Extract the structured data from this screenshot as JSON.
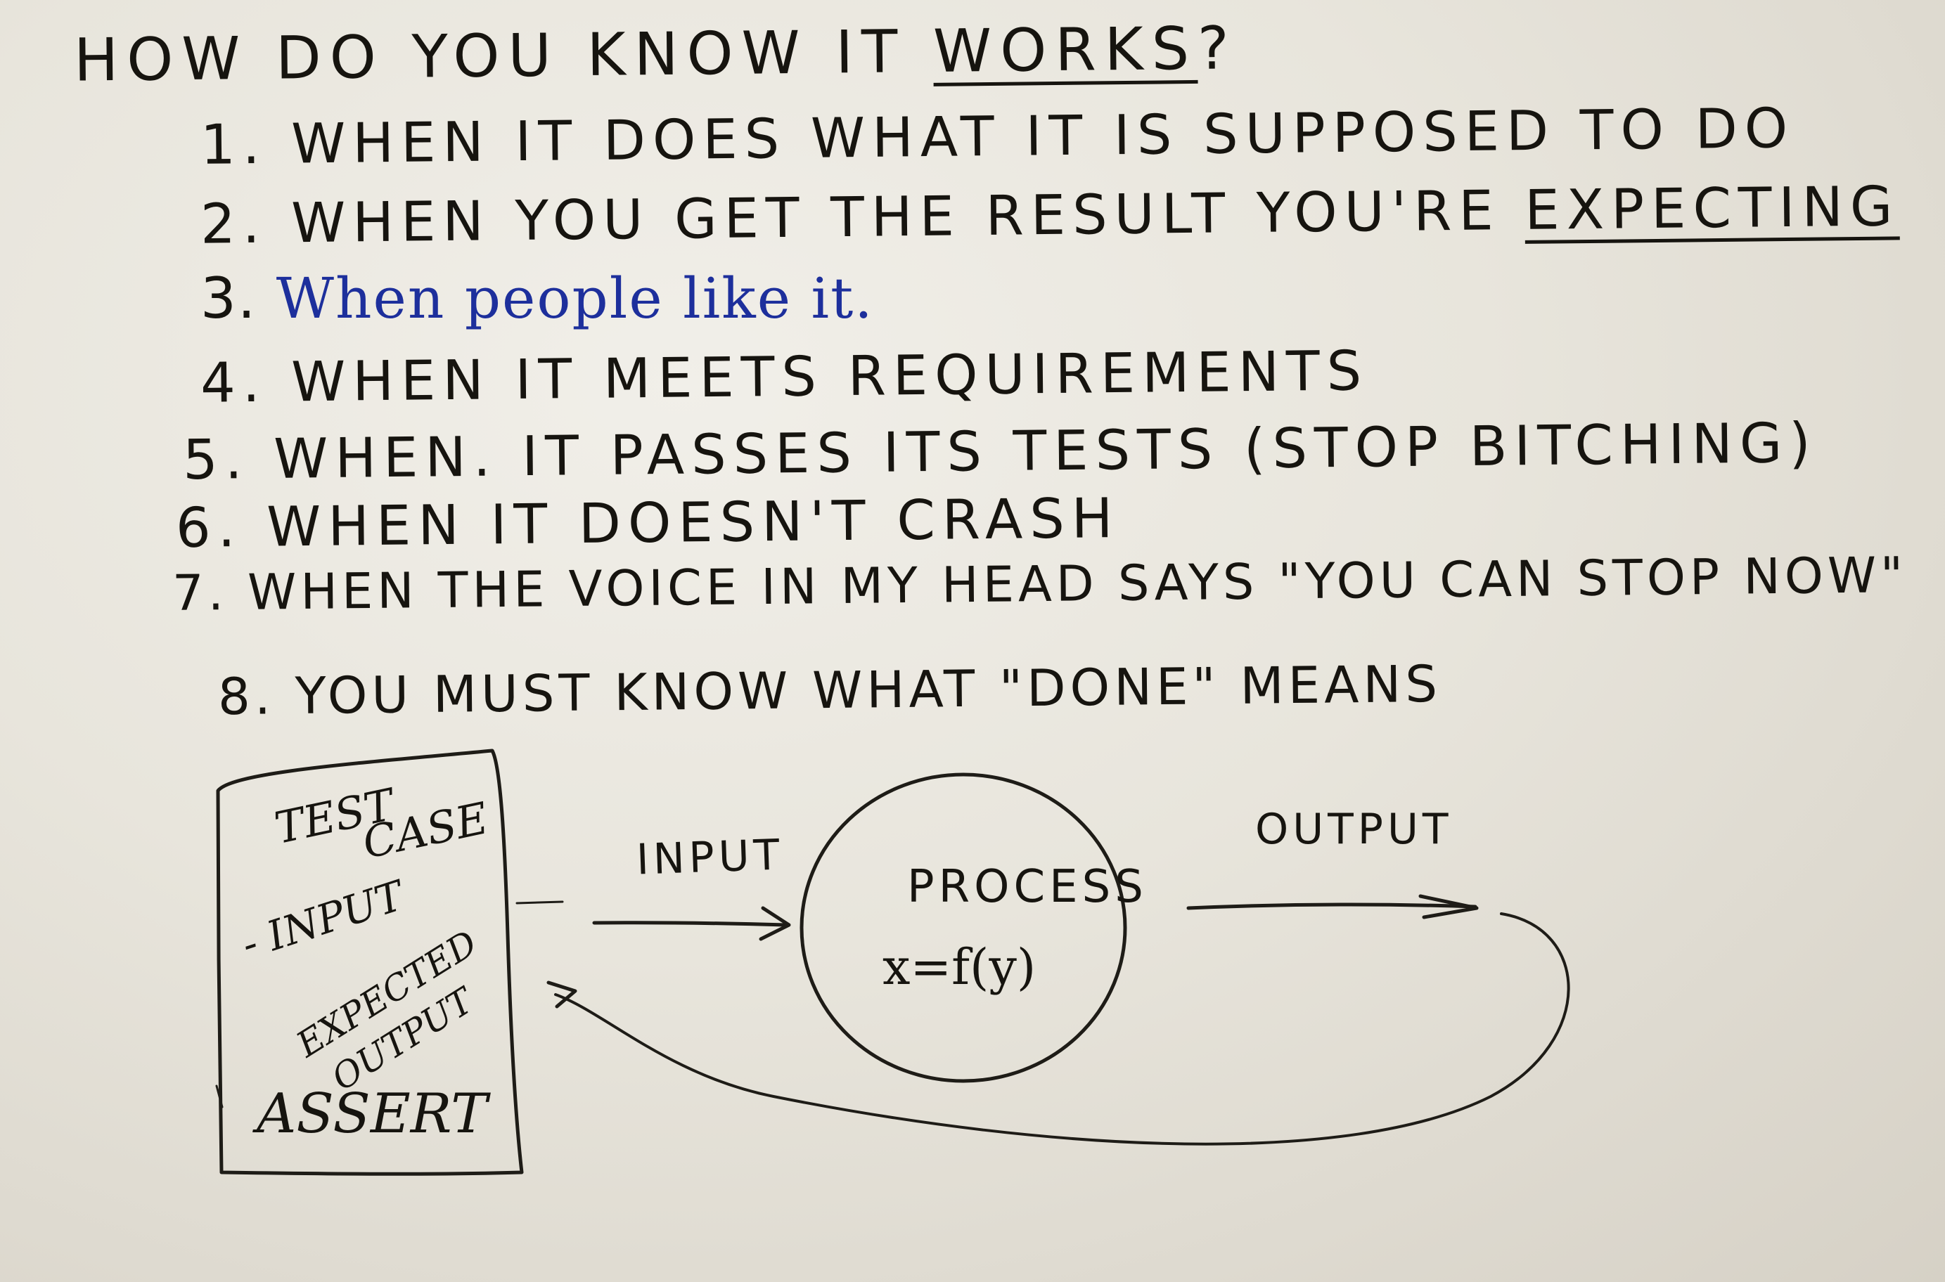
{
  "board": {
    "title": {
      "text": "HOW DO YOU KNOW IT ",
      "emph": "WORKS",
      "tail": "?"
    },
    "items": [
      {
        "num": "1.",
        "text": "WHEN IT DOES WHAT IT IS SUPPOSED TO DO"
      },
      {
        "num": "2.",
        "text": "WHEN YOU GET THE RESULT YOU'RE ",
        "emph": "EXPECTING"
      },
      {
        "num": "3.",
        "text": "When people like it."
      },
      {
        "num": "4.",
        "text": "WHEN IT MEETS REQUIREMENTS"
      },
      {
        "num": "5.",
        "text": "WHEN. IT PASSES ITS TESTS (STOP BITCHING)"
      },
      {
        "num": "6.",
        "text": "WHEN IT DOESN'T CRASH"
      },
      {
        "num": "7.",
        "text": "WHEN THE VOICE IN MY HEAD SAYS \"YOU CAN STOP NOW\""
      },
      {
        "num": "8.",
        "text": "YOU MUST KNOW WHAT \"DONE\" MEANS"
      }
    ],
    "diagram": {
      "test_case": {
        "title_line1": "TEST",
        "title_line2": "CASE",
        "input": "- INPUT",
        "expected_line1": "EXPECTED",
        "expected_line2": "OUTPUT",
        "assert": "ASSERT"
      },
      "input_label": "INPUT",
      "process_label": "PROCESS",
      "formula": "x=f(y)",
      "output_label": "OUTPUT"
    },
    "colors": {
      "ink": "#16140f",
      "blue_ink": "#1d2f9c",
      "board": "#e8e5dc"
    }
  }
}
